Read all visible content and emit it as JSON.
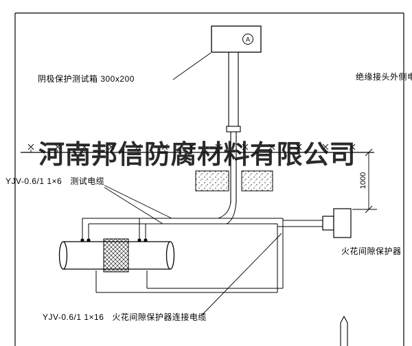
{
  "watermark": "河南邦信防腐材料有限公司",
  "labels": {
    "test_box": "阴极保护测试箱 300x200",
    "outer_cable": "绝缘接头外侧电缆",
    "test_cable_spec": "YJV-0.6/1 1×6",
    "test_cable_name": "测试电缆",
    "protector": "火花间隙保护器",
    "bottom_cable_spec": "YJV-0.6/1 1×16",
    "bottom_cable_name": "火花间隙保护器连接电缆",
    "ammeter": "A",
    "depth_dimension": "1000"
  },
  "colors": {
    "line": "#000000",
    "background": "#ffffff",
    "watermark": "#141414"
  }
}
